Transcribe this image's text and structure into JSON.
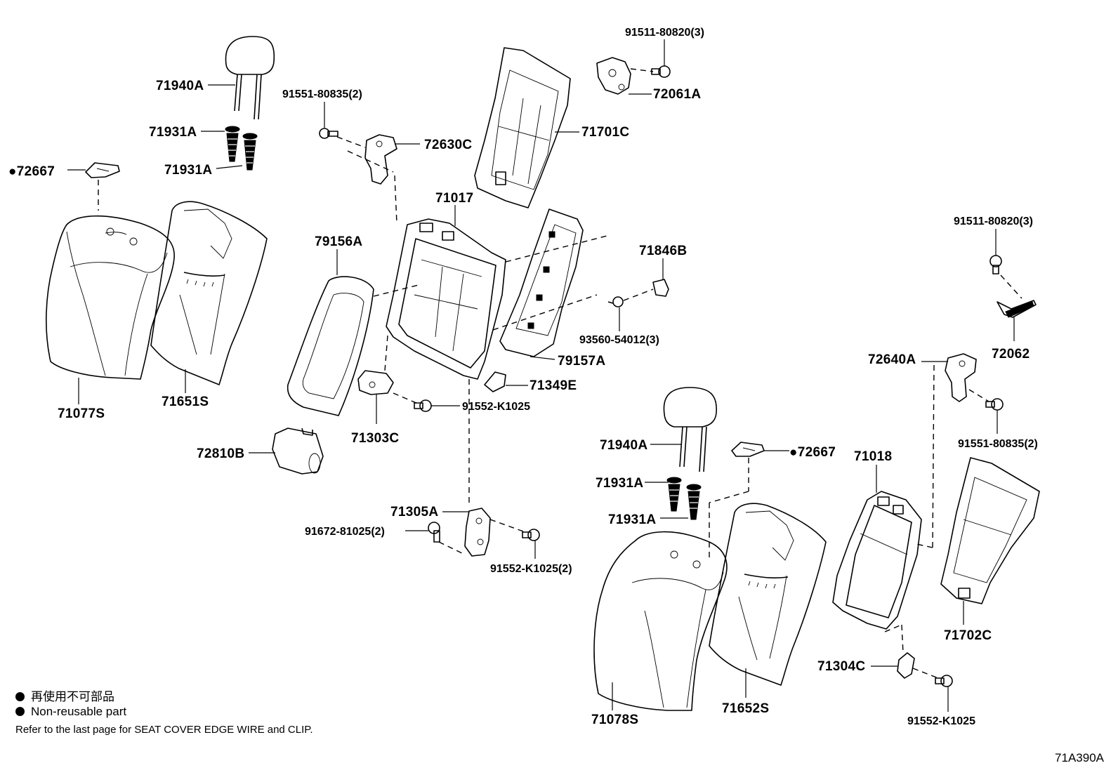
{
  "labels": {
    "l71940A_1": "71940A",
    "l71931A_1": "71931A",
    "l71931A_2": "71931A",
    "l72667_1": "●72667",
    "l71077S": "71077S",
    "l71651S": "71651S",
    "l91551_1": "91551-80835(2)",
    "l72630C": "72630C",
    "l91511_1": "91511-80820(3)",
    "l72061A": "72061A",
    "l71701C": "71701C",
    "l71017": "71017",
    "l79156A": "79156A",
    "l71846B": "71846B",
    "l93560": "93560-54012(3)",
    "l79157A": "79157A",
    "l71349E": "71349E",
    "l71303C": "71303C",
    "l91552_1": "91552-K1025",
    "l72810B": "72810B",
    "l71305A": "71305A",
    "l91672": "91672-81025(2)",
    "l91552_2": "91552-K1025(2)",
    "l91511_2": "91511-80820(3)",
    "l72062": "72062",
    "l72640A": "72640A",
    "l91551_2": "91551-80835(2)",
    "l71940A_2": "71940A",
    "l72667_2": "●72667",
    "l71931A_3": "71931A",
    "l71931A_4": "71931A",
    "l71018": "71018",
    "l71702C": "71702C",
    "l71304C": "71304C",
    "l71078S": "71078S",
    "l71652S": "71652S",
    "l91552_3": "91552-K1025"
  },
  "legend": {
    "japanese": "再使用不可部品",
    "english": "Non-reusable part",
    "note": "Refer to the last page for SEAT COVER EDGE WIRE and CLIP."
  },
  "ref_code": "71A390A"
}
